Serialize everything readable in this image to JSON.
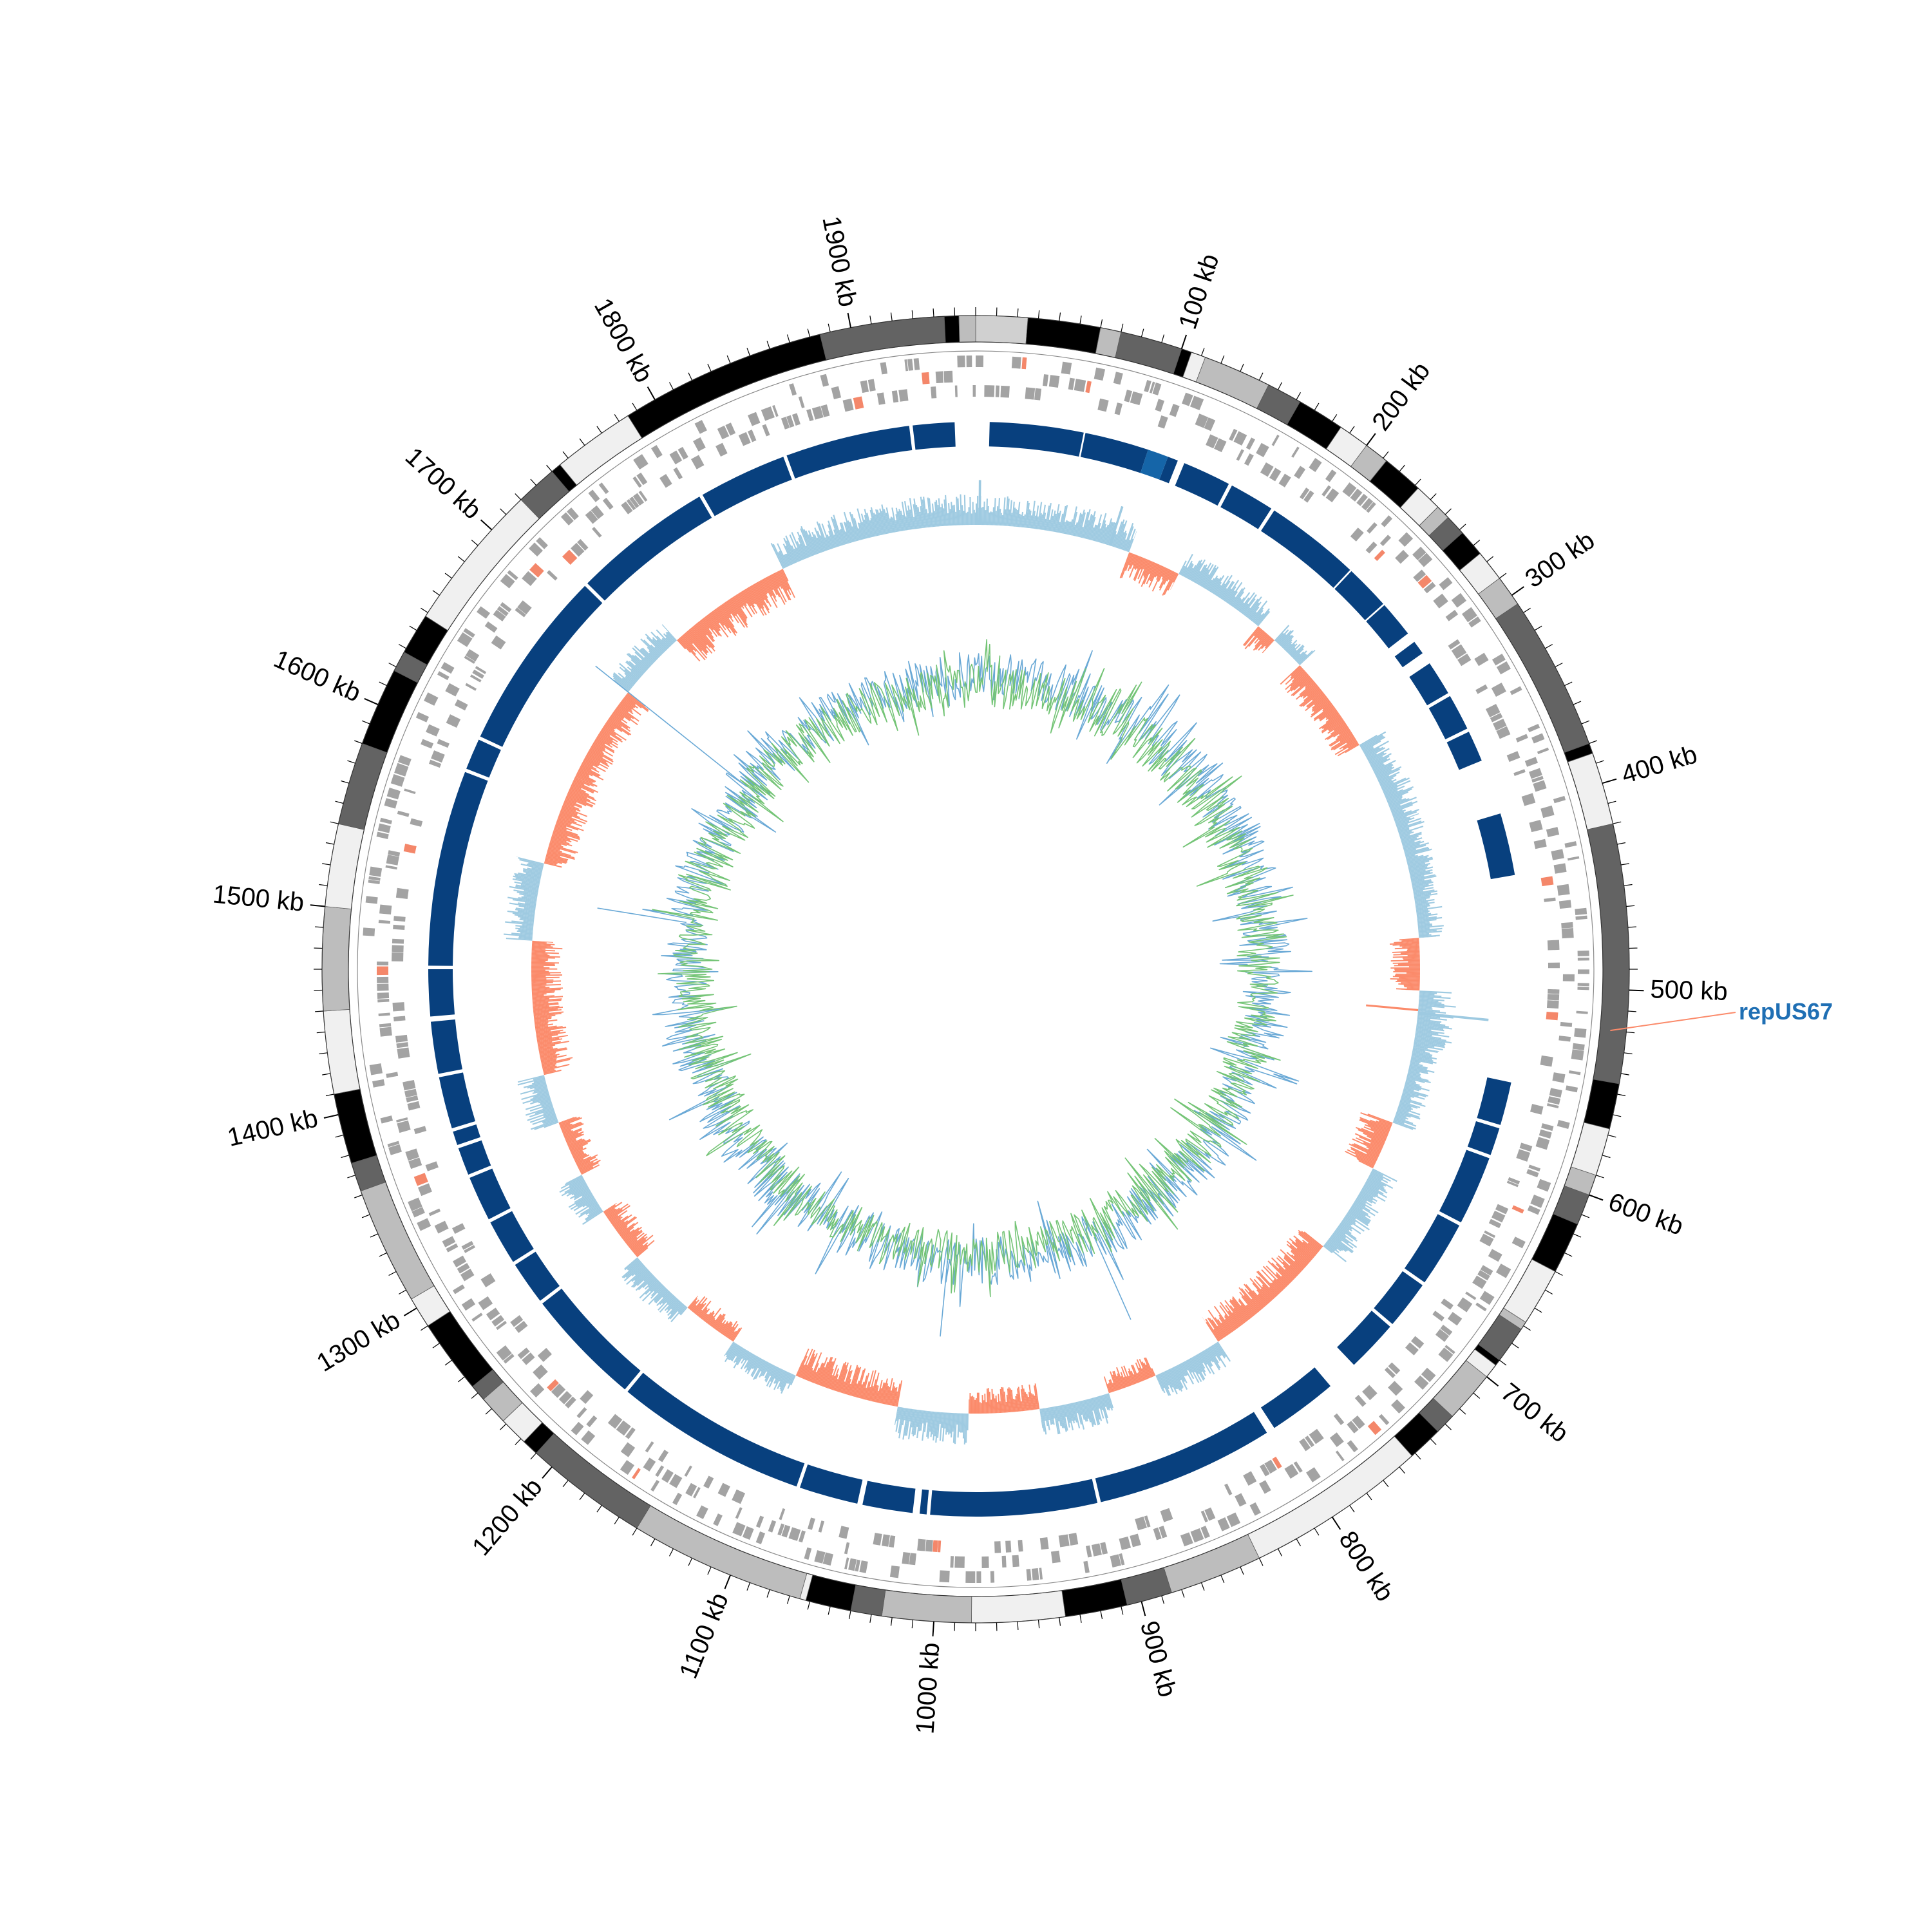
{
  "chart_data": {
    "type": "circular-genome-map",
    "genome_length_kb": 1960,
    "major_ticks_kb": [
      100,
      200,
      300,
      400,
      500,
      600,
      700,
      800,
      900,
      1000,
      1100,
      1200,
      1300,
      1400,
      1500,
      1600,
      1700,
      1800,
      1900
    ],
    "tick_labels": [
      "100 kb",
      "200 kb",
      "300 kb",
      "400 kb",
      "500 kb",
      "600 kb",
      "700 kb",
      "800 kb",
      "900 kb",
      "1000 kb",
      "1100 kb",
      "1200 kb",
      "1300 kb",
      "1400 kb",
      "1500 kb",
      "1600 kb",
      "1700 kb",
      "1800 kb",
      "1900 kb"
    ],
    "minor_tick_step_kb": 10,
    "contig_bands": [
      {
        "start": 0,
        "end": 25,
        "shade": "#d0d0d0"
      },
      {
        "start": 25,
        "end": 60,
        "shade": "#000000"
      },
      {
        "start": 60,
        "end": 70,
        "shade": "#bdbdbd"
      },
      {
        "start": 70,
        "end": 100,
        "shade": "#636363"
      },
      {
        "start": 100,
        "end": 105,
        "shade": "#000000"
      },
      {
        "start": 105,
        "end": 112,
        "shade": "#f0f0f0"
      },
      {
        "start": 112,
        "end": 145,
        "shade": "#bdbdbd"
      },
      {
        "start": 145,
        "end": 162,
        "shade": "#636363"
      },
      {
        "start": 162,
        "end": 185,
        "shade": "#000000"
      },
      {
        "start": 185,
        "end": 200,
        "shade": "#f0f0f0"
      },
      {
        "start": 200,
        "end": 212,
        "shade": "#bdbdbd"
      },
      {
        "start": 212,
        "end": 232,
        "shade": "#000000"
      },
      {
        "start": 232,
        "end": 245,
        "shade": "#f0f0f0"
      },
      {
        "start": 245,
        "end": 252,
        "shade": "#bdbdbd"
      },
      {
        "start": 252,
        "end": 262,
        "shade": "#636363"
      },
      {
        "start": 262,
        "end": 275,
        "shade": "#000000"
      },
      {
        "start": 275,
        "end": 290,
        "shade": "#f0f0f0"
      },
      {
        "start": 290,
        "end": 305,
        "shade": "#bdbdbd"
      },
      {
        "start": 305,
        "end": 380,
        "shade": "#636363"
      },
      {
        "start": 380,
        "end": 385,
        "shade": "#000000"
      },
      {
        "start": 385,
        "end": 420,
        "shade": "#f0f0f0"
      },
      {
        "start": 420,
        "end": 545,
        "shade": "#636363"
      },
      {
        "start": 545,
        "end": 567,
        "shade": "#000000"
      },
      {
        "start": 567,
        "end": 590,
        "shade": "#f0f0f0"
      },
      {
        "start": 590,
        "end": 600,
        "shade": "#bdbdbd"
      },
      {
        "start": 600,
        "end": 615,
        "shade": "#636363"
      },
      {
        "start": 615,
        "end": 640,
        "shade": "#000000"
      },
      {
        "start": 640,
        "end": 668,
        "shade": "#f0f0f0"
      },
      {
        "start": 668,
        "end": 672,
        "shade": "#bdbdbd"
      },
      {
        "start": 672,
        "end": 690,
        "shade": "#636363"
      },
      {
        "start": 690,
        "end": 693,
        "shade": "#000000"
      },
      {
        "start": 693,
        "end": 700,
        "shade": "#f0f0f0"
      },
      {
        "start": 700,
        "end": 725,
        "shade": "#bdbdbd"
      },
      {
        "start": 725,
        "end": 735,
        "shade": "#636363"
      },
      {
        "start": 735,
        "end": 752,
        "shade": "#000000"
      },
      {
        "start": 752,
        "end": 840,
        "shade": "#f0f0f0"
      },
      {
        "start": 840,
        "end": 885,
        "shade": "#bdbdbd"
      },
      {
        "start": 885,
        "end": 907,
        "shade": "#636363"
      },
      {
        "start": 907,
        "end": 937,
        "shade": "#000000"
      },
      {
        "start": 937,
        "end": 982,
        "shade": "#f0f0f0"
      },
      {
        "start": 982,
        "end": 1025,
        "shade": "#bdbdbd"
      },
      {
        "start": 1025,
        "end": 1040,
        "shade": "#636363"
      },
      {
        "start": 1040,
        "end": 1062,
        "shade": "#000000"
      },
      {
        "start": 1062,
        "end": 1065,
        "shade": "#f0f0f0"
      },
      {
        "start": 1065,
        "end": 1150,
        "shade": "#bdbdbd"
      },
      {
        "start": 1150,
        "end": 1210,
        "shade": "#636363"
      },
      {
        "start": 1210,
        "end": 1218,
        "shade": "#000000"
      },
      {
        "start": 1218,
        "end": 1232,
        "shade": "#f0f0f0"
      },
      {
        "start": 1232,
        "end": 1246,
        "shade": "#bdbdbd"
      },
      {
        "start": 1246,
        "end": 1254,
        "shade": "#636363"
      },
      {
        "start": 1254,
        "end": 1290,
        "shade": "#000000"
      },
      {
        "start": 1290,
        "end": 1305,
        "shade": "#f0f0f0"
      },
      {
        "start": 1305,
        "end": 1362,
        "shade": "#bdbdbd"
      },
      {
        "start": 1362,
        "end": 1376,
        "shade": "#636363"
      },
      {
        "start": 1376,
        "end": 1410,
        "shade": "#000000"
      },
      {
        "start": 1410,
        "end": 1450,
        "shade": "#f0f0f0"
      },
      {
        "start": 1450,
        "end": 1500,
        "shade": "#bdbdbd"
      },
      {
        "start": 1500,
        "end": 1540,
        "shade": "#f0f0f0"
      },
      {
        "start": 1540,
        "end": 1580,
        "shade": "#636363"
      },
      {
        "start": 1580,
        "end": 1618,
        "shade": "#000000"
      },
      {
        "start": 1618,
        "end": 1628,
        "shade": "#636363"
      },
      {
        "start": 1628,
        "end": 1648,
        "shade": "#000000"
      },
      {
        "start": 1648,
        "end": 1720,
        "shade": "#f0f0f0"
      },
      {
        "start": 1720,
        "end": 1740,
        "shade": "#636363"
      },
      {
        "start": 1740,
        "end": 1745,
        "shade": "#000000"
      },
      {
        "start": 1745,
        "end": 1785,
        "shade": "#f0f0f0"
      },
      {
        "start": 1785,
        "end": 1885,
        "shade": "#000000"
      },
      {
        "start": 1885,
        "end": 1945,
        "shade": "#636363"
      },
      {
        "start": 1945,
        "end": 1952,
        "shade": "#000000"
      },
      {
        "start": 1952,
        "end": 1960,
        "shade": "#bdbdbd"
      }
    ],
    "homology_blocks": [
      {
        "start": 8,
        "end": 62
      },
      {
        "start": 63,
        "end": 100
      },
      {
        "start": 112,
        "end": 118
      },
      {
        "start": 122,
        "end": 150
      },
      {
        "start": 152,
        "end": 178
      },
      {
        "start": 180,
        "end": 235
      },
      {
        "start": 236,
        "end": 262
      },
      {
        "start": 263,
        "end": 284
      },
      {
        "start": 290,
        "end": 298
      },
      {
        "start": 305,
        "end": 325
      },
      {
        "start": 327,
        "end": 348
      },
      {
        "start": 350,
        "end": 368
      },
      {
        "start": 400,
        "end": 436
      },
      {
        "start": 555,
        "end": 580
      },
      {
        "start": 582,
        "end": 598
      },
      {
        "start": 600,
        "end": 640
      },
      {
        "start": 642,
        "end": 680
      },
      {
        "start": 682,
        "end": 710
      },
      {
        "start": 712,
        "end": 742
      },
      {
        "start": 760,
        "end": 800
      },
      {
        "start": 805,
        "end": 908
      },
      {
        "start": 910,
        "end": 1006
      },
      {
        "start": 1008,
        "end": 1012
      },
      {
        "start": 1016,
        "end": 1045
      },
      {
        "start": 1048,
        "end": 1082
      },
      {
        "start": 1084,
        "end": 1195
      },
      {
        "start": 1197,
        "end": 1265
      },
      {
        "start": 1267,
        "end": 1292
      },
      {
        "start": 1294,
        "end": 1320
      },
      {
        "start": 1322,
        "end": 1348
      },
      {
        "start": 1350,
        "end": 1366
      },
      {
        "start": 1368,
        "end": 1376
      },
      {
        "start": 1378,
        "end": 1408
      },
      {
        "start": 1410,
        "end": 1440
      },
      {
        "start": 1443,
        "end": 1470
      },
      {
        "start": 1472,
        "end": 1585
      },
      {
        "start": 1587,
        "end": 1605
      },
      {
        "start": 1607,
        "end": 1712
      },
      {
        "start": 1714,
        "end": 1795
      },
      {
        "start": 1797,
        "end": 1848
      },
      {
        "start": 1850,
        "end": 1922
      },
      {
        "start": 1924,
        "end": 1948
      }
    ],
    "homology_highlight": {
      "start": 100,
      "end": 112
    },
    "colors": {
      "homology": "#08407e",
      "homology_highlight": "#1565a8",
      "genes": "#a3a3a3",
      "gene_special": "#f4876a",
      "gc_positive": "#9ecae1",
      "gc_negative": "#fb8a6a",
      "skew_a": "#6aa9d6",
      "skew_b": "#74c476",
      "annotation": "#1f6fb4"
    },
    "gc_skew_segments": [
      {
        "start": 0,
        "end": 110,
        "sign": 1,
        "amp": 0.8
      },
      {
        "start": 110,
        "end": 148,
        "sign": -1,
        "amp": 0.75
      },
      {
        "start": 148,
        "end": 215,
        "sign": 1,
        "amp": 0.7
      },
      {
        "start": 215,
        "end": 230,
        "sign": -1,
        "amp": 0.7
      },
      {
        "start": 230,
        "end": 255,
        "sign": 1,
        "amp": 0.6
      },
      {
        "start": 255,
        "end": 325,
        "sign": -1,
        "amp": 0.75
      },
      {
        "start": 325,
        "end": 385,
        "sign": 1,
        "amp": 0.8
      },
      {
        "start": 385,
        "end": 468,
        "sign": 1,
        "amp": 0.75
      },
      {
        "start": 468,
        "end": 505,
        "sign": -1,
        "amp": 0.8
      },
      {
        "start": 505,
        "end": 545,
        "sign": 1,
        "amp": 1.0
      },
      {
        "start": 545,
        "end": 600,
        "sign": 1,
        "amp": 0.7
      },
      {
        "start": 600,
        "end": 635,
        "sign": -1,
        "amp": 0.9
      },
      {
        "start": 635,
        "end": 700,
        "sign": 1,
        "amp": 0.75
      },
      {
        "start": 700,
        "end": 800,
        "sign": -1,
        "amp": 0.85
      },
      {
        "start": 800,
        "end": 850,
        "sign": 1,
        "amp": 0.7
      },
      {
        "start": 850,
        "end": 885,
        "sign": -1,
        "amp": 0.6
      },
      {
        "start": 885,
        "end": 935,
        "sign": 1,
        "amp": 0.8
      },
      {
        "start": 935,
        "end": 985,
        "sign": -1,
        "amp": 0.7
      },
      {
        "start": 985,
        "end": 1035,
        "sign": 1,
        "amp": 0.85
      },
      {
        "start": 1035,
        "end": 1110,
        "sign": -1,
        "amp": 0.85
      },
      {
        "start": 1110,
        "end": 1160,
        "sign": 1,
        "amp": 0.6
      },
      {
        "start": 1160,
        "end": 1200,
        "sign": -1,
        "amp": 0.55
      },
      {
        "start": 1200,
        "end": 1250,
        "sign": 1,
        "amp": 0.7
      },
      {
        "start": 1250,
        "end": 1290,
        "sign": -1,
        "amp": 0.7
      },
      {
        "start": 1290,
        "end": 1320,
        "sign": 1,
        "amp": 0.75
      },
      {
        "start": 1320,
        "end": 1360,
        "sign": -1,
        "amp": 0.65
      },
      {
        "start": 1360,
        "end": 1395,
        "sign": 1,
        "amp": 0.8
      },
      {
        "start": 1395,
        "end": 1490,
        "sign": -1,
        "amp": 0.85
      },
      {
        "start": 1490,
        "end": 1545,
        "sign": 1,
        "amp": 0.8
      },
      {
        "start": 1545,
        "end": 1610,
        "sign": -1,
        "amp": 0.8
      },
      {
        "start": 1610,
        "end": 1680,
        "sign": -1,
        "amp": 0.75
      },
      {
        "start": 1680,
        "end": 1730,
        "sign": 1,
        "amp": 0.7
      },
      {
        "start": 1730,
        "end": 1820,
        "sign": -1,
        "amp": 0.9
      },
      {
        "start": 1820,
        "end": 1960,
        "sign": 1,
        "amp": 0.85
      }
    ],
    "annotation": {
      "label": "repUS67",
      "position_kb": 520
    }
  }
}
